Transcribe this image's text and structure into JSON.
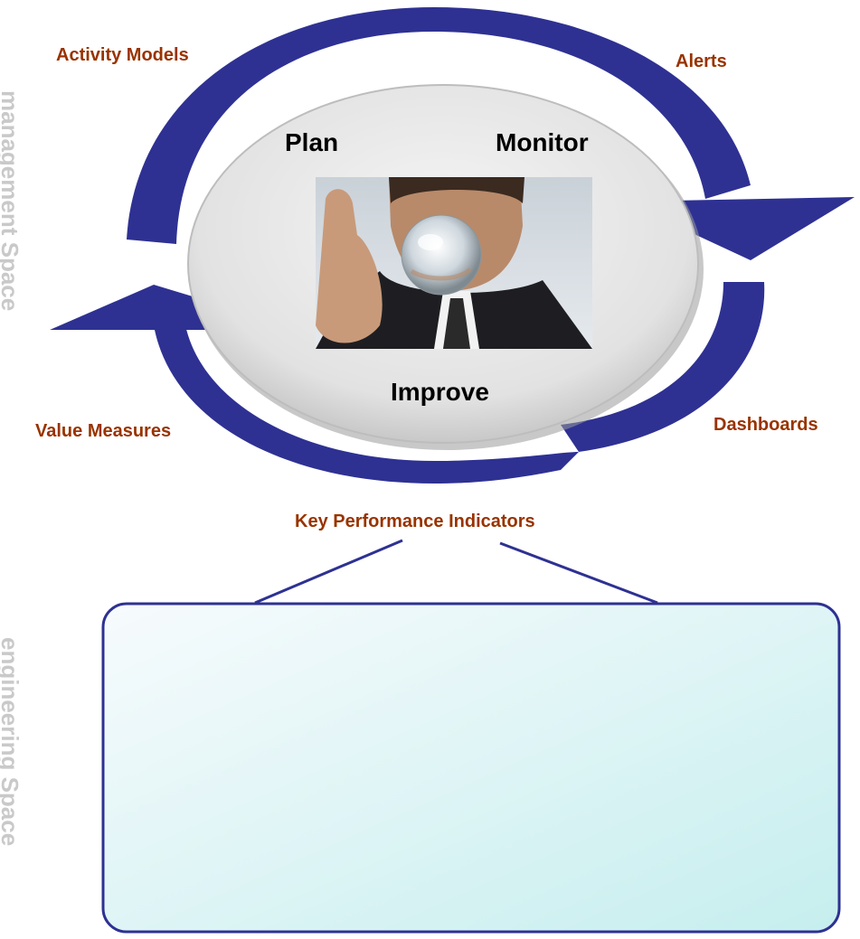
{
  "cycle": {
    "plan": "Plan",
    "monitor": "Monitor",
    "improve": "Improve"
  },
  "labels": {
    "activity_models": "Activity Models",
    "alerts": "Alerts",
    "dashboards": "Dashboards",
    "value_measures": "Value Measures",
    "kpi": "Key Performance Indicators"
  },
  "side": {
    "management_space": "management Space",
    "engineering_space": "engineering Space"
  },
  "colors": {
    "arrow": "#2e3192",
    "label_brown": "#993300",
    "ellipse_fill": "#e6e6e6",
    "panel_stroke": "#2e3192"
  },
  "photo": {
    "description_icon": "man-holding-crystal-ball-photo"
  }
}
